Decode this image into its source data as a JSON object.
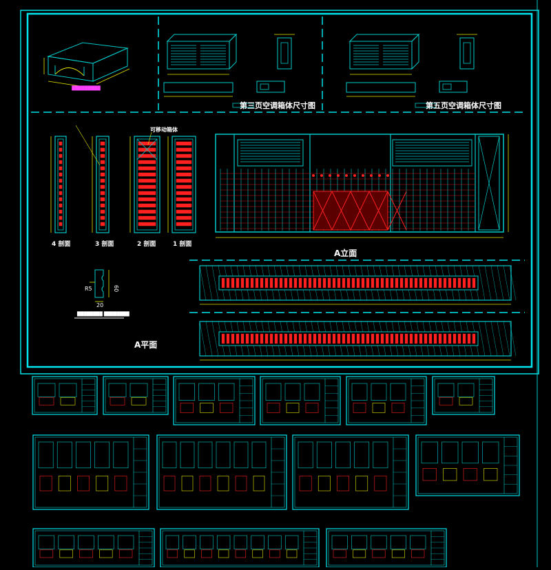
{
  "main_sheet": {
    "section_labels": {
      "ac3": "第三页空调箱体尺寸图",
      "ac5": "第五页空调箱体尺寸图",
      "movable": "可移动箱体",
      "elevation": "A立面",
      "plan": "A平面"
    },
    "sections": [
      "4 剖面",
      "3 剖面",
      "2 剖面",
      "1 剖面"
    ],
    "profile_dims": {
      "r": "R5",
      "w": "20",
      "h": "60"
    }
  },
  "colors": {
    "background": "#000000",
    "frame": "#00e5ee",
    "line": "#00cccc",
    "accent_red": "#ff2020",
    "yellow": "#e8e800",
    "white": "#ffffff",
    "magenta": "#ff40ff"
  }
}
